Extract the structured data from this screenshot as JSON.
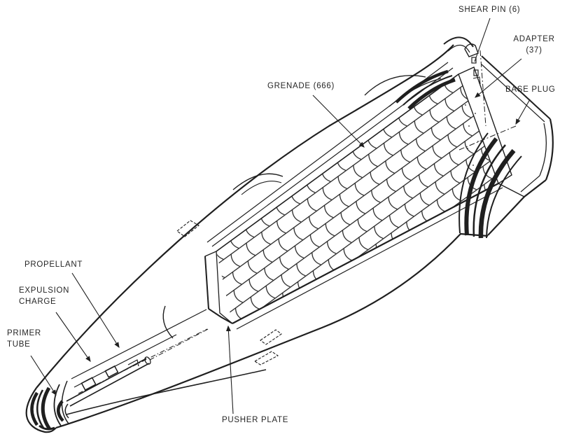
{
  "diagram": {
    "type": "engineering-cutaway",
    "subject": "Artillery cargo projectile cutaway showing stacked grenades and expulsion system",
    "colors": {
      "ink": "#1f1f1f",
      "background": "#ffffff"
    },
    "labels": {
      "shear_pin": "SHEAR PIN (6)",
      "adapter": "ADAPTER",
      "adapter_count": "(37)",
      "grenade": "GRENADE (666)",
      "base_plug": "BASE PLUG",
      "expulsion_1": "EXPULSION",
      "expulsion_2": "CHARGE",
      "propellant": "PROPELLANT",
      "primer_1": "PRIMER",
      "primer_2": "TUBE",
      "pusher_plate": "PUSHER PLATE"
    }
  }
}
